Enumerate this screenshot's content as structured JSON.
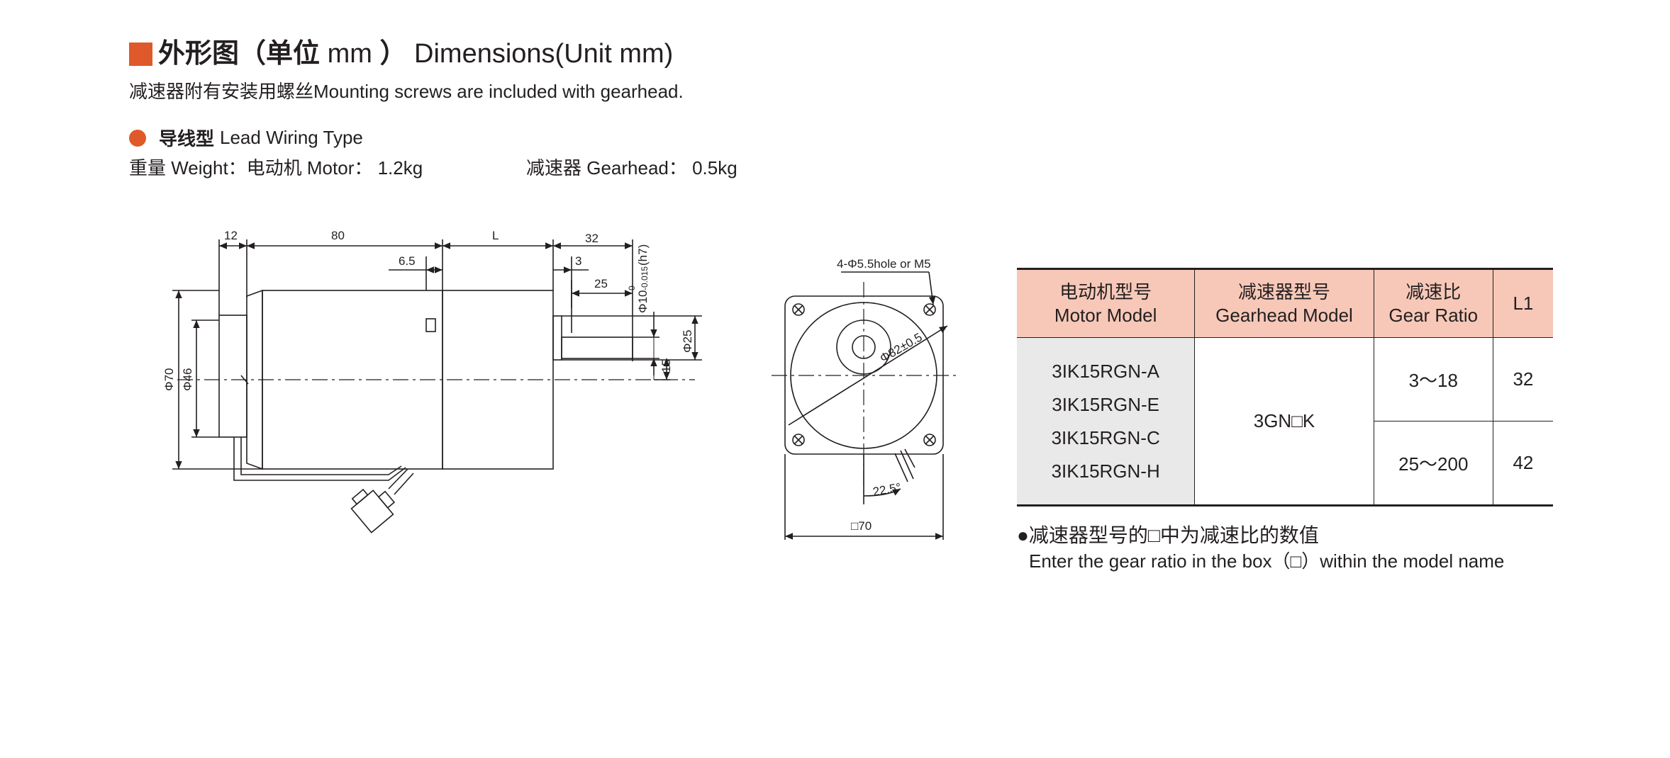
{
  "header": {
    "title_cn": "外形图（单位",
    "title_unit": "mm",
    "title_close": "）",
    "title_en": "Dimensions(Unit mm)",
    "subtitle": "减速器附有安装用螺丝Mounting screws are included with gearhead."
  },
  "wiring": {
    "type_cn": "导线型",
    "type_en": "Lead Wiring Type",
    "weight_motor": "重量 Weight：电动机 Motor： 1.2kg",
    "weight_gearhead": "减速器 Gearhead： 0.5kg"
  },
  "drawing": {
    "side_dims": [
      "12",
      "80",
      "L",
      "32",
      "6.5",
      "3",
      "25"
    ],
    "side_diams": [
      "Φ70",
      "Φ46",
      "Φ10",
      "0",
      "-0.015",
      "(h7)",
      "15",
      "Φ25"
    ],
    "front_hole_label": "4-Φ5.5hole or M5",
    "front_pcd": "Φ82±0.5",
    "front_angle": "22.5°",
    "front_square": "□70"
  },
  "table": {
    "headers": [
      {
        "cn": "电动机型号",
        "en": "Motor Model"
      },
      {
        "cn": "减速器型号",
        "en": "Gearhead Model"
      },
      {
        "cn": "减速比",
        "en": "Gear Ratio"
      },
      {
        "cn": "",
        "en": "L1"
      }
    ],
    "motor_models": [
      "3IK15RGN-A",
      "3IK15RGN-E",
      "3IK15RGN-C",
      "3IK15RGN-H"
    ],
    "gearhead_model": "3GN□K",
    "rows": [
      {
        "ratio": "3～18",
        "l1": "32"
      },
      {
        "ratio": "25～200",
        "l1": "42"
      }
    ]
  },
  "notes": {
    "note_cn": "●减速器型号的□中为减速比的数值",
    "note_en": "Enter the gear ratio in the box（□）within the model name"
  }
}
